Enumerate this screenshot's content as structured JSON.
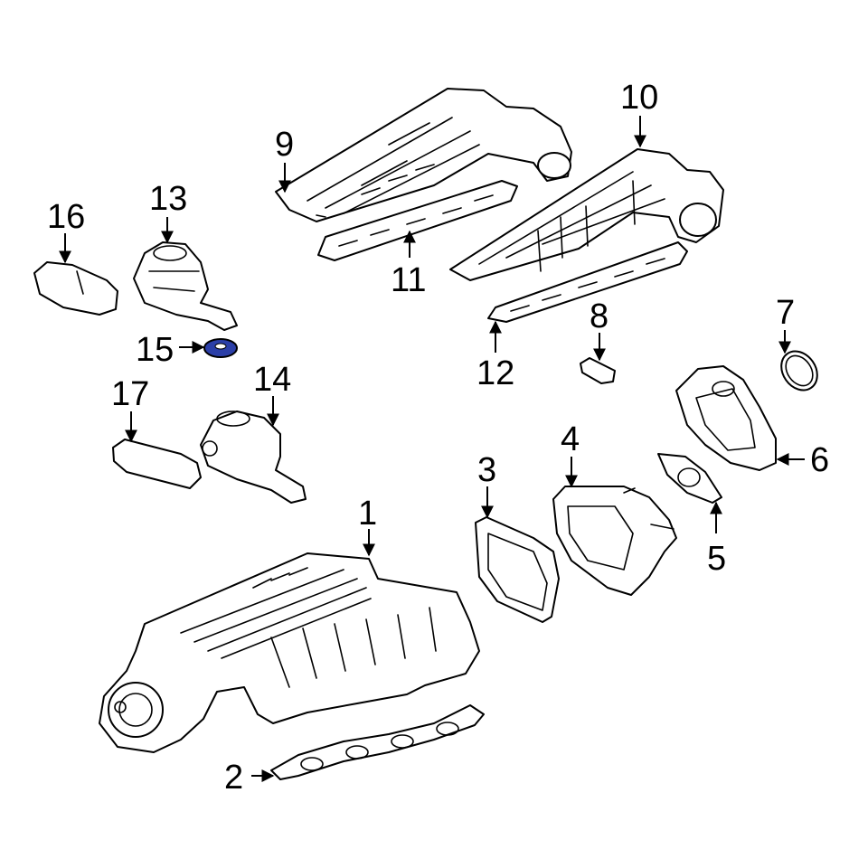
{
  "colors": {
    "line": "#000000",
    "background": "#ffffff",
    "highlight": "#2b3fa8"
  },
  "callouts": {
    "c1": "1",
    "c2": "2",
    "c3": "3",
    "c4": "4",
    "c5": "5",
    "c6": "6",
    "c7": "7",
    "c8": "8",
    "c9": "9",
    "c10": "10",
    "c11": "11",
    "c12": "12",
    "c13": "13",
    "c14": "14",
    "c15": "15",
    "c16": "16",
    "c17": "17"
  }
}
